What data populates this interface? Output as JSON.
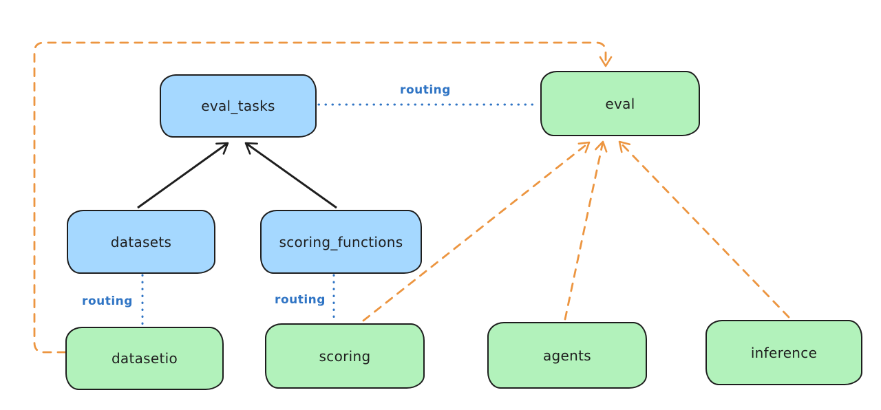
{
  "nodes": {
    "eval_tasks": {
      "label": "eval_tasks",
      "fill": "blue"
    },
    "eval": {
      "label": "eval",
      "fill": "green"
    },
    "datasets": {
      "label": "datasets",
      "fill": "blue"
    },
    "scoring_functions": {
      "label": "scoring_functions",
      "fill": "blue"
    },
    "datasetio": {
      "label": "datasetio",
      "fill": "green"
    },
    "scoring": {
      "label": "scoring",
      "fill": "green"
    },
    "agents": {
      "label": "agents",
      "fill": "green"
    },
    "inference": {
      "label": "inference",
      "fill": "green"
    }
  },
  "edge_labels": {
    "eval_tasks_to_eval": "routing",
    "datasets_to_datasetio": "routing",
    "scoring_functions_to_scoring": "routing"
  },
  "colors": {
    "node_blue_fill": "#a5d8ff",
    "node_green_fill": "#b2f2bb",
    "node_stroke": "#1e1e1e",
    "routing_blue": "#2f74c4",
    "arrow_orange": "#ec9540",
    "arrow_black": "#1e1e1e",
    "background": "#ffffff"
  }
}
